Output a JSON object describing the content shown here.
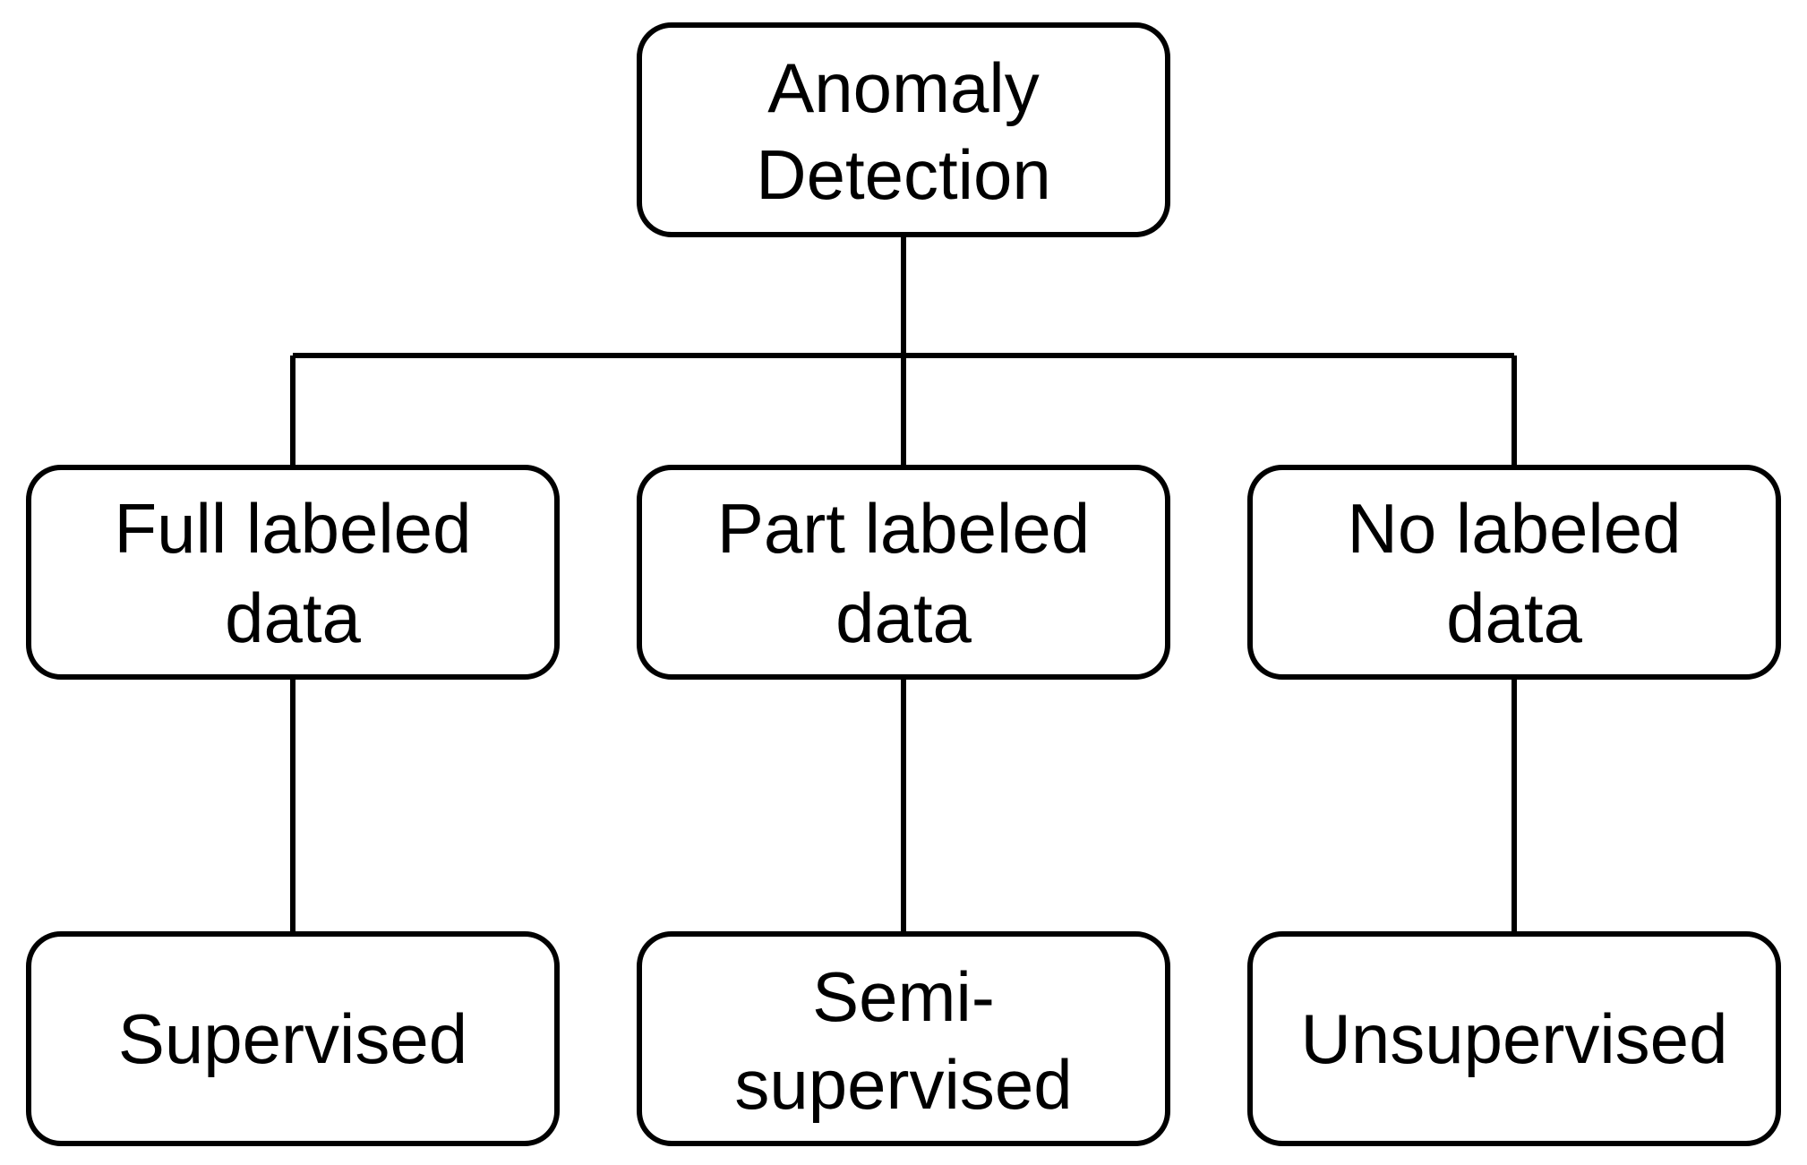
{
  "diagram": {
    "root": {
      "line1": "Anomaly",
      "line2": "Detection"
    },
    "data_types": [
      {
        "line1": "Full labeled",
        "line2": "data"
      },
      {
        "line1": "Part labeled",
        "line2": "data"
      },
      {
        "line1": "No labeled",
        "line2": "data"
      }
    ],
    "methods": [
      {
        "line1": "Supervised",
        "line2": ""
      },
      {
        "line1": "Semi-",
        "line2": "supervised"
      },
      {
        "line1": "Unsupervised",
        "line2": ""
      }
    ]
  },
  "colors": {
    "stroke": "#000000",
    "fill": "#ffffff",
    "text": "#000000"
  }
}
